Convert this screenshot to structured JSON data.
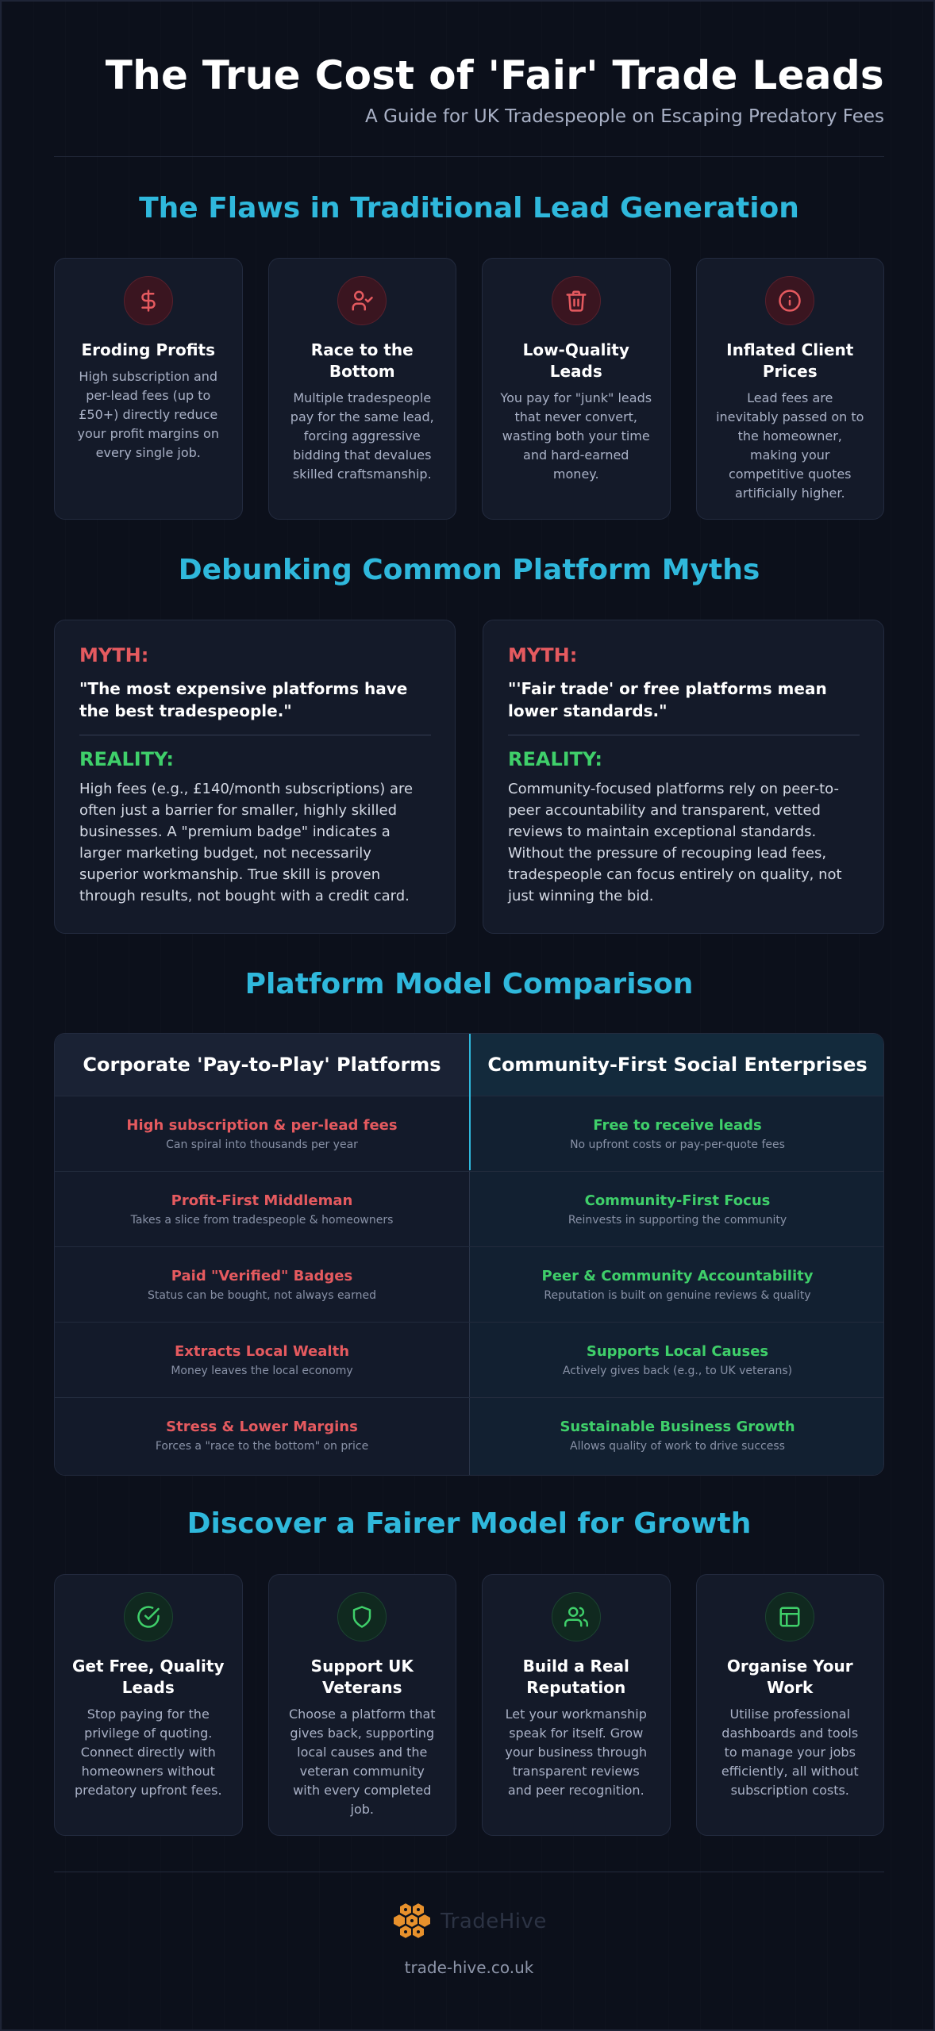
{
  "header": {
    "title": "The True Cost of 'Fair' Trade Leads",
    "subtitle": "A Guide for UK Tradespeople on Escaping Predatory Fees"
  },
  "flaws": {
    "title": "The Flaws in Traditional Lead Generation",
    "cards": [
      {
        "icon": "dollar-icon",
        "title": "Eroding Profits",
        "text": "High subscription and per-lead fees (up to £50+) directly reduce your profit margins on every single job."
      },
      {
        "icon": "user-check-icon",
        "title": "Race to the Bottom",
        "text": "Multiple tradespeople pay for the same lead, forcing aggressive bidding that devalues skilled craftsmanship."
      },
      {
        "icon": "trash-icon",
        "title": "Low-Quality Leads",
        "text": "You pay for \"junk\" leads that never convert, wasting both your time and hard-earned money."
      },
      {
        "icon": "info-icon",
        "title": "Inflated Client Prices",
        "text": "Lead fees are inevitably passed on to the homeowner, making your competitive quotes artificially higher."
      }
    ]
  },
  "myths": {
    "title": "Debunking Common Platform Myths",
    "myth_label": "MYTH:",
    "reality_label": "REALITY:",
    "items": [
      {
        "myth": "\"The most expensive platforms have the best tradespeople.\"",
        "reality": "High fees (e.g., £140/month subscriptions) are often just a barrier for smaller, highly skilled businesses. A \"premium badge\" indicates a larger marketing budget, not necessarily superior workmanship. True skill is proven through results, not bought with a credit card."
      },
      {
        "myth": "\"'Fair trade' or free platforms mean lower standards.\"",
        "reality": "Community-focused platforms rely on peer-to-peer accountability and transparent, vetted reviews to maintain exceptional standards. Without the pressure of recouping lead fees, tradespeople can focus entirely on quality, not just winning the bid."
      }
    ]
  },
  "comparison": {
    "title": "Platform Model Comparison",
    "left_header": "Corporate 'Pay-to-Play' Platforms",
    "right_header": "Community-First Social Enterprises",
    "rows": [
      {
        "left_title": "High subscription & per-lead fees",
        "left_sub": "Can spiral into thousands per year",
        "right_title": "Free to receive leads",
        "right_sub": "No upfront costs or pay-per-quote fees"
      },
      {
        "left_title": "Profit-First Middleman",
        "left_sub": "Takes a slice from tradespeople & homeowners",
        "right_title": "Community-First Focus",
        "right_sub": "Reinvests in supporting the community"
      },
      {
        "left_title": "Paid \"Verified\" Badges",
        "left_sub": "Status can be bought, not always earned",
        "right_title": "Peer & Community Accountability",
        "right_sub": "Reputation is built on genuine reviews & quality"
      },
      {
        "left_title": "Extracts Local Wealth",
        "left_sub": "Money leaves the local economy",
        "right_title": "Supports Local Causes",
        "right_sub": "Actively gives back (e.g., to UK veterans)"
      },
      {
        "left_title": "Stress & Lower Margins",
        "left_sub": "Forces a \"race to the bottom\" on price",
        "right_title": "Sustainable Business Growth",
        "right_sub": "Allows quality of work to drive success"
      }
    ]
  },
  "growth": {
    "title": "Discover a Fairer Model for Growth",
    "cards": [
      {
        "icon": "check-circle-icon",
        "title": "Get Free, Quality Leads",
        "text": "Stop paying for the privilege of quoting. Connect directly with homeowners without predatory upfront fees."
      },
      {
        "icon": "shield-icon",
        "title": "Support UK Veterans",
        "text": "Choose a platform that gives back, supporting local causes and the veteran community with every completed job."
      },
      {
        "icon": "users-icon",
        "title": "Build a Real Reputation",
        "text": "Let your workmanship speak for itself. Grow your business through transparent reviews and peer recognition."
      },
      {
        "icon": "layout-icon",
        "title": "Organise Your Work",
        "text": "Utilise professional dashboards and tools to manage your jobs efficiently, all without subscription costs."
      }
    ]
  },
  "footer": {
    "brand": "TradeHive",
    "url": "trade-hive.co.uk"
  },
  "colors": {
    "accent": "#2fb8dc",
    "negative": "#e55a5f",
    "positive": "#3fcf6a",
    "brand": "#e8912c"
  }
}
